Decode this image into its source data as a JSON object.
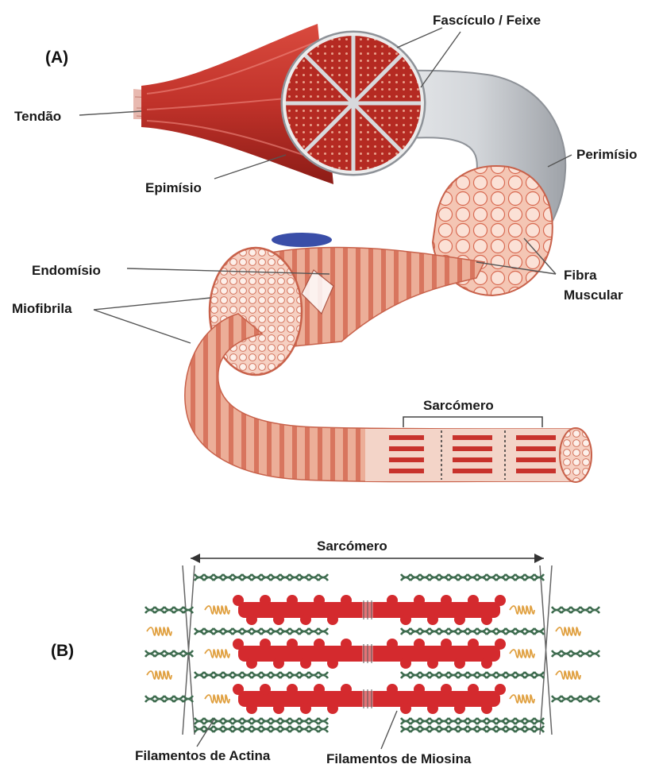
{
  "panels": {
    "a": "(A)",
    "b": "(B)"
  },
  "labels": {
    "fasciculo": "Fascículo / Feixe",
    "tendao": "Tendão",
    "perimisio": "Perimísio",
    "epimisio": "Epimísio",
    "endomisio": "Endomísio",
    "fibra_line1": "Fibra",
    "fibra_line2": "Muscular",
    "miofibrila": "Miofibrila",
    "sarcomero_a": "Sarcómero",
    "sarcomero_b": "Sarcómero",
    "actina": "Filamentos de Actina",
    "miosina": "Filamentos de Miosina"
  },
  "colors": {
    "muscle_red": "#c8322c",
    "muscle_dark": "#9a1f1a",
    "fascicle_gray": "#c9ccd0",
    "fiber_pink": "#f2b7a4",
    "myosin_red": "#d42a2e",
    "actin_green": "#3d6b4e",
    "titin_orange": "#e0a040",
    "nerve_blue": "#3a4ea8"
  },
  "icons": [
    "muscle-illustration",
    "sarcomere-schematic"
  ]
}
